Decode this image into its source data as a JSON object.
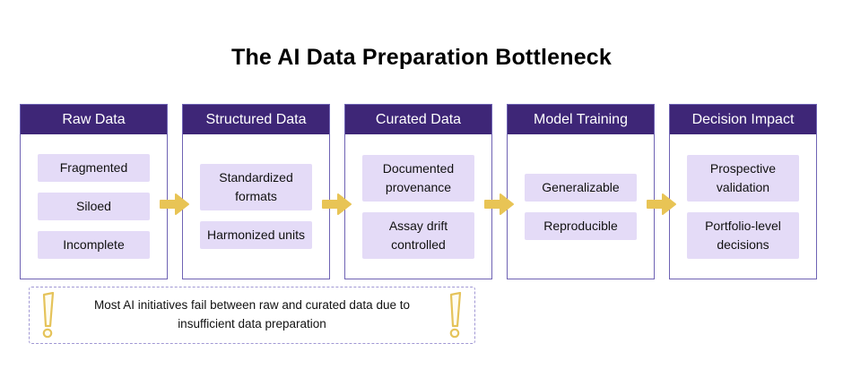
{
  "title": "The AI Data Preparation Bottleneck",
  "stages": [
    {
      "header": "Raw Data",
      "items": [
        "Fragmented",
        "Siloed",
        "Incomplete"
      ]
    },
    {
      "header": "Structured Data",
      "items": [
        "Standardized formats",
        "Harmonized units"
      ]
    },
    {
      "header": "Curated Data",
      "items": [
        "Documented provenance",
        "Assay drift controlled"
      ]
    },
    {
      "header": "Model Training",
      "items": [
        "Generalizable",
        "Reproducible"
      ]
    },
    {
      "header": "Decision Impact",
      "items": [
        "Prospective validation",
        "Portfolio-level decisions"
      ]
    }
  ],
  "note": {
    "text": "Most AI initiatives fail between raw and curated data due to insufficient data preparation"
  },
  "icons": {
    "flow_arrow": "arrow-right-icon",
    "note_marker": "exclamation-icon"
  },
  "colors": {
    "header_bg": "#3e2677",
    "header_text": "#ffffff",
    "column_border": "#6f63b4",
    "chip_bg": "#e4dbf7",
    "arrow_gold": "#e8c455",
    "note_border": "#a198d4",
    "text": "#111111",
    "title_text": "#000000"
  }
}
